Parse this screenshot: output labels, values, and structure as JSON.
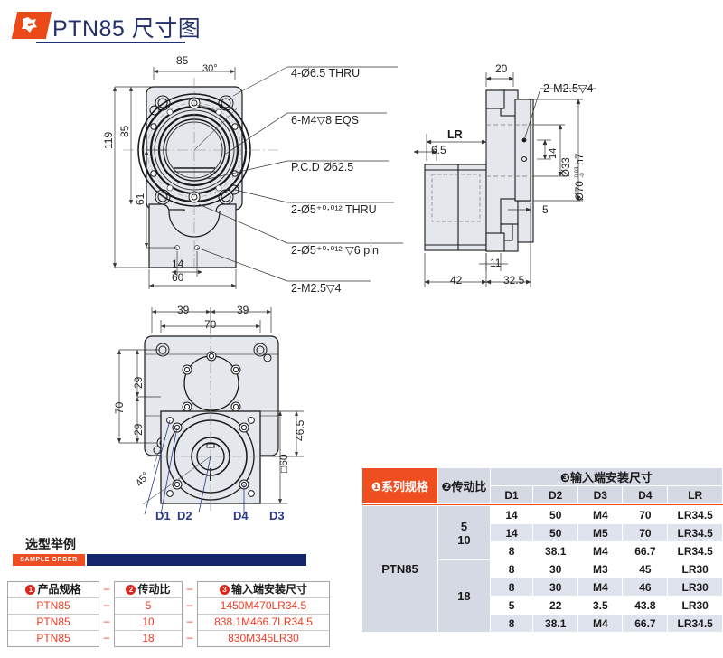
{
  "header": {
    "title": "PTN85 尺寸图",
    "logo_icon": "company-logo-icon"
  },
  "drawing_front": {
    "dims": {
      "top_85": "85",
      "angle_30": "30°",
      "left_119": "119",
      "left_85": "85",
      "left_61": "61",
      "bottom_14": "14",
      "bottom_60": "60"
    },
    "callouts": [
      "4-Ø6.5 THRU",
      "6-M4▽8 EQS",
      "P.C.D Ø62.5",
      "2-Ø5⁺⁰⋅⁰¹² THRU",
      "2-Ø5⁺⁰⋅⁰¹² ▽6 pin",
      "2-M2.5▽4"
    ],
    "callout_plain": [
      "4-Ø6.5 THRU",
      "6-M4",
      "8 EQS",
      "P.C.D Ø62.5",
      "2-Ø5",
      "+0.012",
      "0",
      "THRU",
      "6 pin",
      "2-M2.5",
      "4"
    ]
  },
  "drawing_side": {
    "dims": {
      "top_20": "20",
      "lr": "LR",
      "d_6_5": "6.5",
      "d_14": "14",
      "d_33": "Ø33",
      "d_70": "Ø70",
      "d_70_tol": "-0.03\n-0",
      "d_70_fit": "h7",
      "d_5": "5",
      "d_11": "11",
      "d_42": "42",
      "d_32_5": "32.5"
    },
    "callouts": [
      "2-M2.5▽4"
    ]
  },
  "drawing_rear": {
    "dims": {
      "top_39_left": "39",
      "top_39_right": "39",
      "top_70": "70",
      "left_70": "70",
      "left_29_top": "29",
      "left_29_bottom": "29",
      "right_46_5": "46.5",
      "right_sq60": "□60",
      "angle_45": "45°"
    },
    "leaders": [
      "D1",
      "D2",
      "D4",
      "D3"
    ]
  },
  "sample_order": {
    "title": "选型举例",
    "badge_en": "SAMPLE ORDER",
    "columns": [
      {
        "num": "❶",
        "header": "产品规格",
        "values": [
          "PTN85",
          "PTN85",
          "PTN85"
        ]
      },
      {
        "num": "❷",
        "header": "传动比",
        "values": [
          "5",
          "10",
          "18"
        ]
      },
      {
        "num": "❸",
        "header": "输入端安装尺寸",
        "values": [
          "1450M470LR34.5",
          "838.1M466.7LR34.5",
          "830M345LR30"
        ]
      }
    ],
    "separator": "–"
  },
  "spec_table": {
    "headers": {
      "series": "❶系列规格",
      "ratio": "❷传动比",
      "input_group": "❸输入端安装尺寸",
      "sub": [
        "D1",
        "D2",
        "D3",
        "D4",
        "LR"
      ]
    },
    "series_value": "PTN85",
    "ratio_groups": [
      {
        "labels": [
          "5",
          "10"
        ],
        "rowspan": 3
      },
      {
        "labels": [
          "18"
        ],
        "rowspan": 4
      }
    ],
    "rows": [
      [
        "14",
        "50",
        "M4",
        "70",
        "LR34.5"
      ],
      [
        "14",
        "50",
        "M5",
        "70",
        "LR34.5"
      ],
      [
        "8",
        "38.1",
        "M4",
        "66.7",
        "LR34.5"
      ],
      [
        "8",
        "30",
        "M3",
        "45",
        "LR30"
      ],
      [
        "8",
        "30",
        "M4",
        "46",
        "LR30"
      ],
      [
        "5",
        "22",
        "3.5",
        "43.8",
        "LR30"
      ],
      [
        "8",
        "38.1",
        "M4",
        "66.7",
        "LR34.5"
      ]
    ]
  },
  "colors": {
    "accent_orange": "#ef4f20",
    "accent_navy": "#15266b",
    "accent_red": "#ef3b24",
    "table_grey": "#d5d9e4",
    "table_alt": "#dfe3ed"
  }
}
